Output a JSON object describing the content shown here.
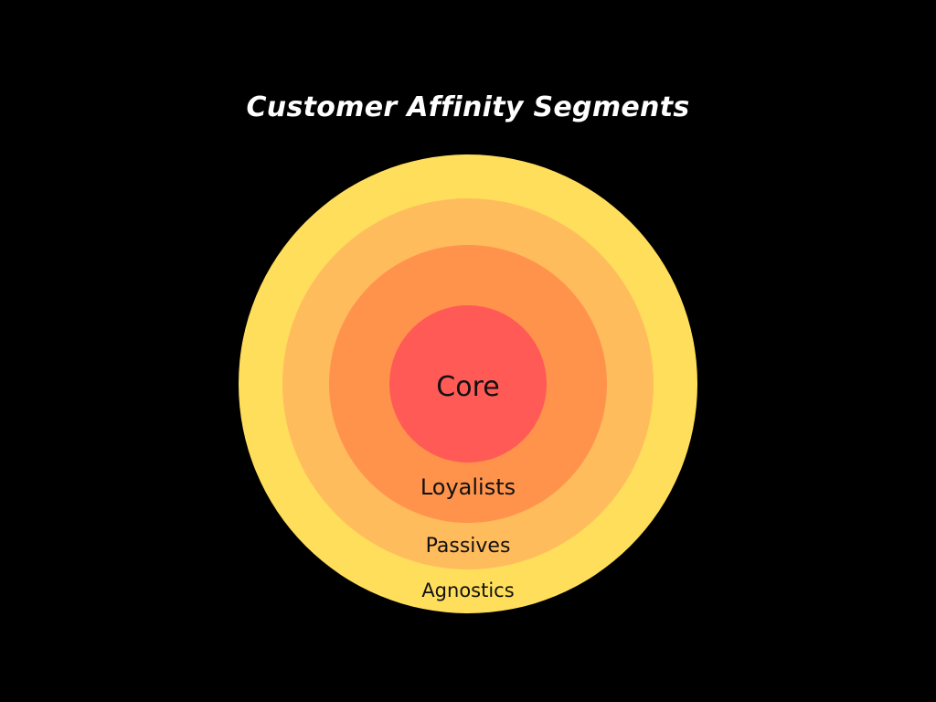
{
  "title": "Customer Affinity Segments",
  "segments": [
    {
      "label": "Agnostics",
      "color": "#FFDE5C"
    },
    {
      "label": "Passives",
      "color": "#FFBC5C"
    },
    {
      "label": "Loyalists",
      "color": "#FF934C"
    },
    {
      "label": "Core",
      "color": "#FF5A55"
    }
  ],
  "background": "#000000",
  "title_color": "#FFFFFF",
  "label_color": "#111111"
}
